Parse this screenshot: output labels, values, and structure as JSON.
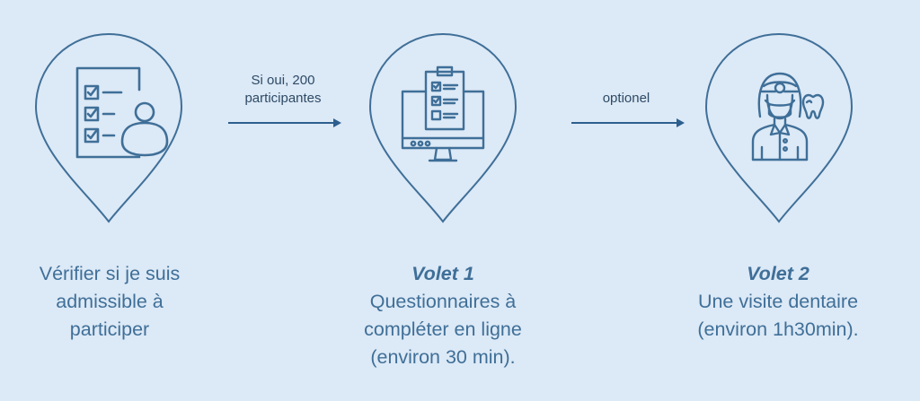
{
  "steps": [
    {
      "icon": "checklist-person-icon",
      "title": "",
      "lines": [
        "Vérifier si je suis",
        "admissible à",
        "participer"
      ]
    },
    {
      "icon": "online-questionnaire-monitor-icon",
      "title": "Volet 1",
      "lines": [
        "Questionnaires à",
        "compléter en ligne",
        "(environ 30 min)."
      ]
    },
    {
      "icon": "dentist-icon",
      "title": "Volet 2",
      "lines": [
        "Une visite dentaire",
        "(environ 1h30min)."
      ]
    }
  ],
  "connectors": [
    {
      "lines": [
        "Si oui, 200",
        "participantes"
      ]
    },
    {
      "lines": [
        "optionel"
      ]
    }
  ],
  "colors": {
    "background": "#dce9f6",
    "icon_stroke": "#3f6f98",
    "text": "#3f6f98",
    "connector_text": "#2d4a66",
    "arrow": "#2d5f8e"
  }
}
